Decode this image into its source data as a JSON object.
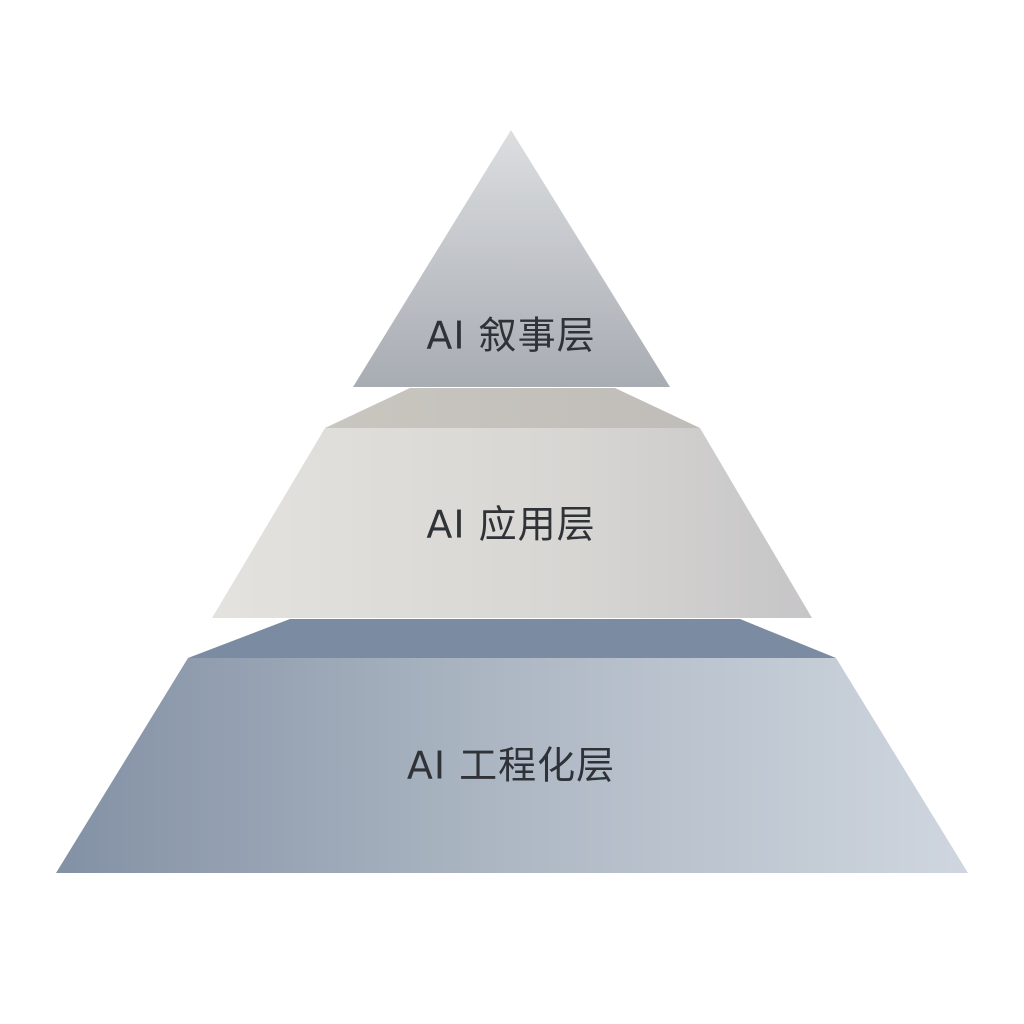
{
  "diagram": {
    "type": "pyramid",
    "layers": [
      {
        "label": "AI 叙事层",
        "position": "top",
        "shape": "triangle",
        "fill_top": "#d6d8db",
        "fill_bottom": "#a9adb4"
      },
      {
        "label": "AI 应用层",
        "position": "middle",
        "shape": "trapezoid",
        "top_face": "#c4c1bc",
        "fill_left": "#e2e0dc",
        "fill_right": "#c8c6c6"
      },
      {
        "label": "AI 工程化层",
        "position": "bottom",
        "shape": "trapezoid",
        "top_face": "#7b8ba1",
        "fill_left": "#8593a6",
        "fill_right": "#ccd3dc"
      }
    ]
  }
}
